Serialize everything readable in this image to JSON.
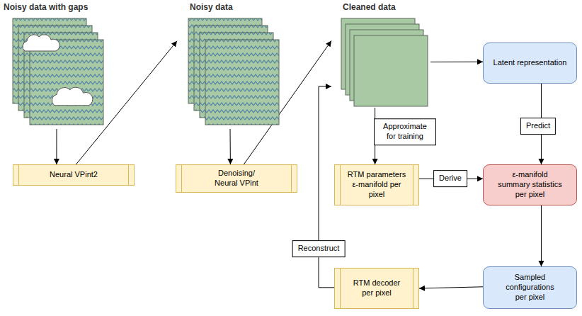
{
  "diagram": {
    "nodes": [
      {
        "text": [
          "Noisy data with gaps"
        ]
      },
      {
        "text": [
          "Noisy data"
        ]
      },
      {
        "text": [
          "Cleaned data"
        ]
      },
      {
        "text": [
          "Latent representation"
        ]
      },
      {
        "text": [
          "Neural VPint2"
        ]
      },
      {
        "text": [
          "Denoising/ Neural VPint"
        ]
      },
      {
        "text": [
          "RTM parameters ε-manifold per pixel"
        ]
      },
      {
        "text": [
          "ε-manifold summary statistics per pixel"
        ]
      },
      {
        "text": [
          "RTM decoder per pixel"
        ]
      },
      {
        "text": [
          "Sampled configurations per pixel"
        ]
      }
    ],
    "edges": [
      {
        "from": 0,
        "to": 4,
        "arrow": "to"
      },
      {
        "from": 4,
        "to": 1,
        "arrow": "to"
      },
      {
        "from": 1,
        "to": 5,
        "arrow": "to"
      },
      {
        "from": 5,
        "to": 2,
        "arrow": "to"
      },
      {
        "from": 2,
        "to": 3,
        "arrow": "to"
      },
      {
        "from": 2,
        "to": 6,
        "label": "Approximate for training",
        "arrow": "to"
      },
      {
        "from": 3,
        "to": 7,
        "label": "Predict",
        "arrow": "to"
      },
      {
        "from": 6,
        "to": 7,
        "label": "Derive",
        "arrow": "to"
      },
      {
        "from": 7,
        "to": 9,
        "arrow": "to"
      },
      {
        "from": 9,
        "to": 8,
        "arrow": "to"
      },
      {
        "from": 8,
        "to": 2,
        "label": "Reconstruct",
        "arrow": "to"
      }
    ]
  }
}
